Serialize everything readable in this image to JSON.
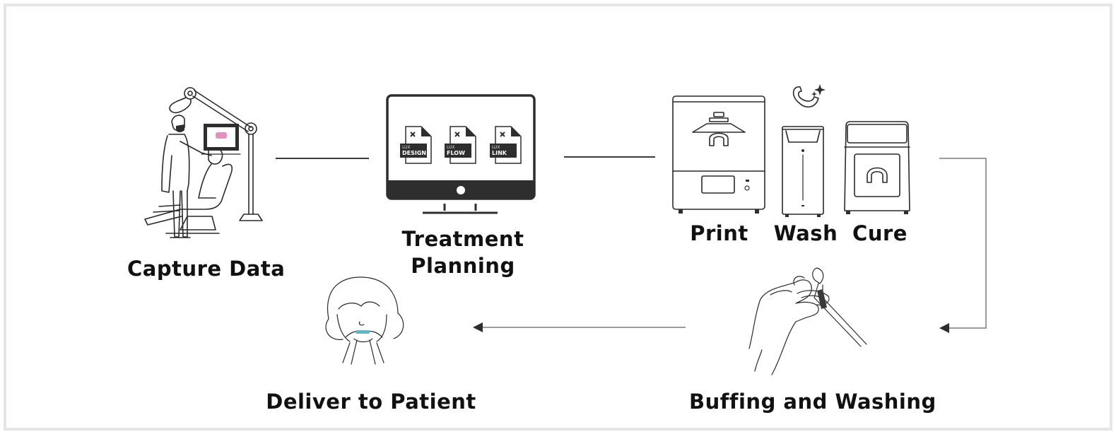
{
  "diagram": {
    "title": "Aligner production workflow",
    "colors": {
      "frame_border": "#e6e6e6",
      "line": "#2a2a2a",
      "connector_gray": "#7a7a7a",
      "text": "#111111",
      "teeth_accent": "#e58fc0",
      "aligner_accent": "#5fb8c9"
    },
    "steps": [
      {
        "id": "capture",
        "label": "Capture Data",
        "icon": "dentist-chair-icon"
      },
      {
        "id": "planning",
        "label_line1": "Treatment",
        "label_line2": "Planning",
        "icon": "monitor-software-icon"
      },
      {
        "id": "print",
        "label": "Print",
        "icon": "3d-printer-icon"
      },
      {
        "id": "wash",
        "label": "Wash",
        "icon": "wash-station-icon"
      },
      {
        "id": "cure",
        "label": "Cure",
        "icon": "cure-unit-icon"
      },
      {
        "id": "buffing",
        "label": "Buffing and Washing",
        "icon": "hands-buffing-icon"
      },
      {
        "id": "deliver",
        "label": "Deliver to Patient",
        "icon": "patient-aligner-icon"
      }
    ],
    "software": [
      {
        "brand": "LUX",
        "name": "DESIGN"
      },
      {
        "brand": "LUX",
        "name": "FLOW"
      },
      {
        "brand": "LUX",
        "name": "LINK"
      }
    ],
    "connectors": [
      {
        "from": "capture",
        "to": "planning",
        "style": "line"
      },
      {
        "from": "planning",
        "to": "print",
        "style": "line"
      },
      {
        "from": "cure",
        "to": "buffing",
        "style": "elbow-arrow"
      },
      {
        "from": "buffing",
        "to": "deliver",
        "style": "arrow"
      }
    ]
  }
}
